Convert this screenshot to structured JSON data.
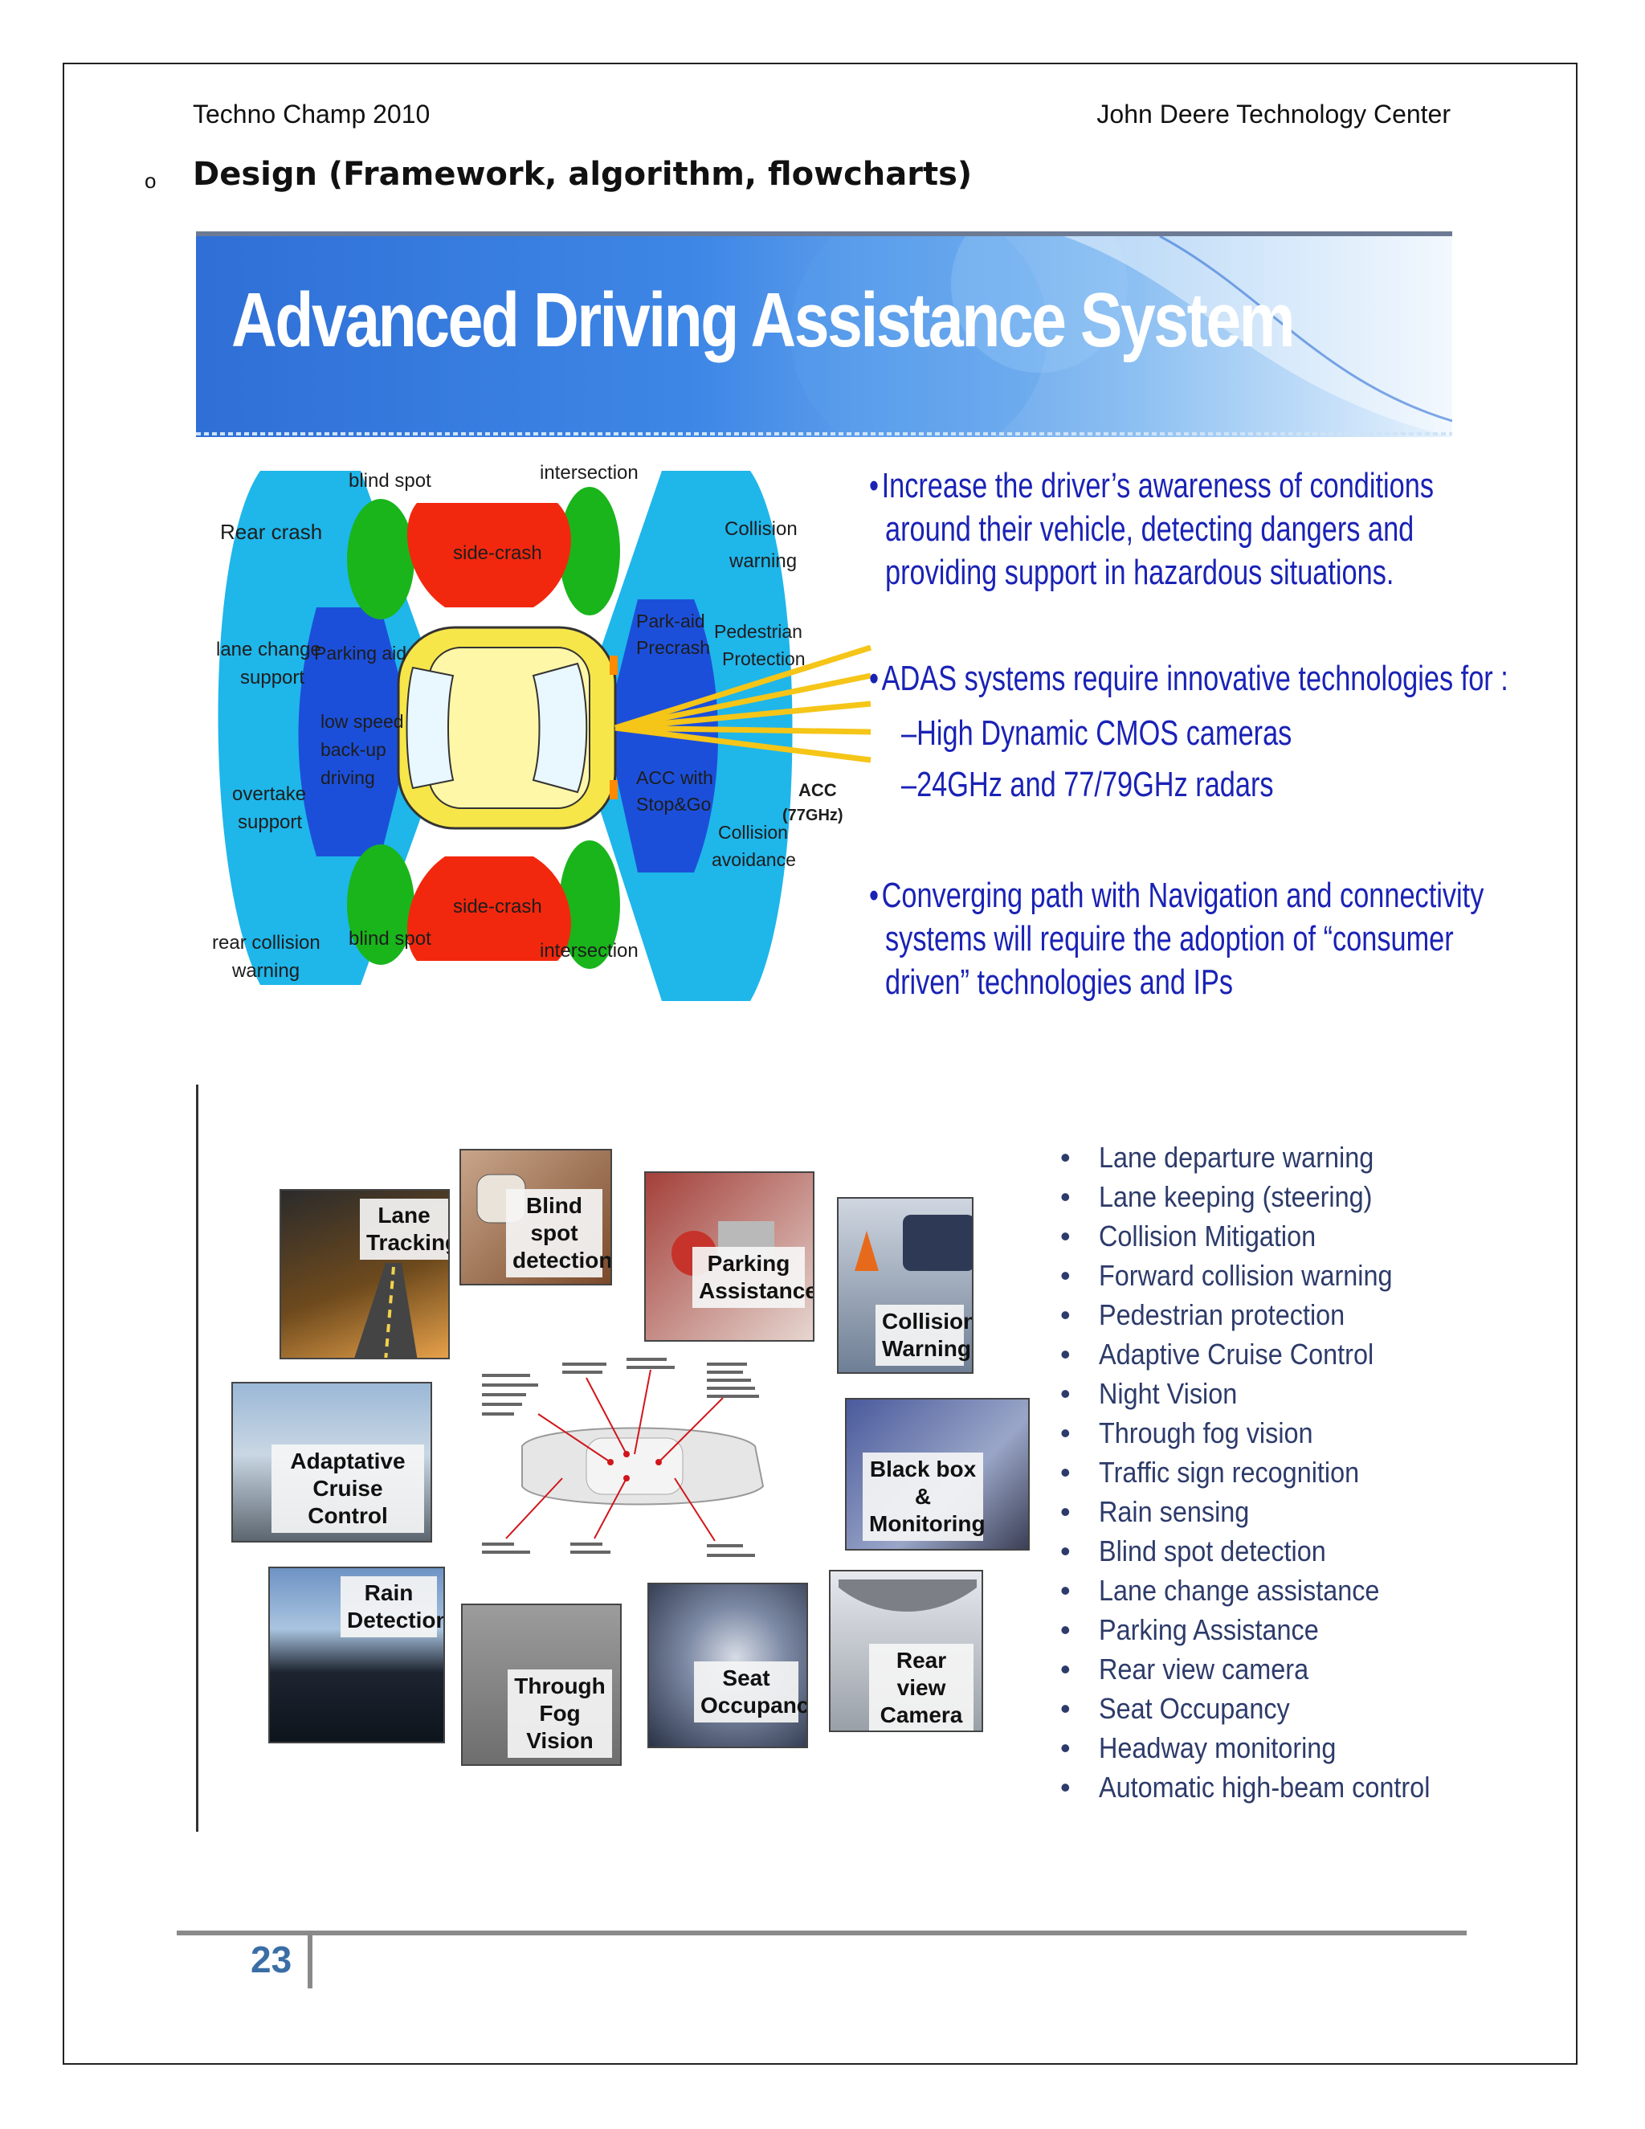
{
  "header": {
    "left": "Techno Champ 2010",
    "right": "John Deere Technology Center"
  },
  "section": {
    "bullet": "o",
    "heading": "Design (Framework, algorithm, flowcharts)"
  },
  "slide1": {
    "title": "Advanced Driving Assistance System",
    "diagram_labels": {
      "rear_crash": "Rear crash",
      "lane_change_1": "lane change",
      "lane_change_2": "support",
      "overtake_1": "overtake",
      "overtake_2": "support",
      "rear_collision_1": "rear collision",
      "rear_collision_2": "warning",
      "blind_spot_top": "blind spot",
      "blind_spot_bottom": "blind spot",
      "parking_aid": "Parking aid",
      "low_speed_1": "low speed",
      "low_speed_2": "back-up",
      "low_speed_3": "driving",
      "side_crash_top": "side-crash",
      "side_crash_bottom": "side-crash",
      "intersection_top": "intersection",
      "intersection_bottom": "intersection",
      "park_aid_1": "Park-aid",
      "park_aid_2": "Precrash",
      "acc_stop_1": "ACC with",
      "acc_stop_2": "Stop&Go",
      "collision_warning_1": "Collision",
      "collision_warning_2": "warning",
      "pedestrian_1": "Pedestrian",
      "pedestrian_2": "Protection",
      "collision_avoid_1": "Collision",
      "collision_avoid_2": "avoidance",
      "acc_1": "ACC",
      "acc_2": "(77GHz)"
    },
    "bullets": {
      "b1_l1": "Increase the driver’s awareness of conditions",
      "b1_l2": "around their vehicle, detecting dangers and",
      "b1_l3": "providing support in hazardous situations.",
      "b2_l1": "ADAS systems require innovative technologies for :",
      "b2_s1": "–High Dynamic CMOS cameras",
      "b2_s2": "–24GHz and 77/79GHz radars",
      "b3_l1": "Converging path with Navigation and connectivity",
      "b3_l2": "systems will require the adoption of “consumer",
      "b3_l3": "driven” technologies and IPs"
    }
  },
  "slide2": {
    "tiles": {
      "lane_tracking_1": "Lane",
      "lane_tracking_2": "Tracking",
      "blind_spot_1": "Blind spot",
      "blind_spot_2": "detection",
      "parking_1": "Parking",
      "parking_2": "Assistance",
      "collision_1": "Collision",
      "collision_2": "Warning",
      "acc_1": "Adaptative",
      "acc_2": "Cruise Control",
      "blackbox_1": "Black box &",
      "blackbox_2": "Monitoring",
      "rain_1": "Rain",
      "rain_2": "Detection",
      "fog_1": "Through",
      "fog_2": "Fog Vision",
      "seat_1": "Seat",
      "seat_2": "Occupancy",
      "rearview_1": "Rear view",
      "rearview_2": "Camera"
    },
    "features": [
      "Lane departure warning",
      "Lane keeping (steering)",
      "Collision Mitigation",
      "Forward collision warning",
      "Pedestrian protection",
      "Adaptive Cruise Control",
      "Night Vision",
      "Through fog vision",
      "Traffic sign recognition",
      "Rain sensing",
      "Blind spot detection",
      "Lane change assistance",
      "Parking Assistance",
      "Rear view camera",
      "Seat Occupancy",
      "Headway monitoring",
      "Automatic high-beam control"
    ]
  },
  "footer": {
    "page_number": "23"
  },
  "colors": {
    "slide_text_blue": "#1a22b5",
    "zone_cyan": "#1fb6ea",
    "zone_blue": "#1c4fd9",
    "zone_green": "#19b51b",
    "zone_red": "#f2280e",
    "car_yellow": "#f7e64a",
    "page_number_blue": "#3a6ea5"
  }
}
